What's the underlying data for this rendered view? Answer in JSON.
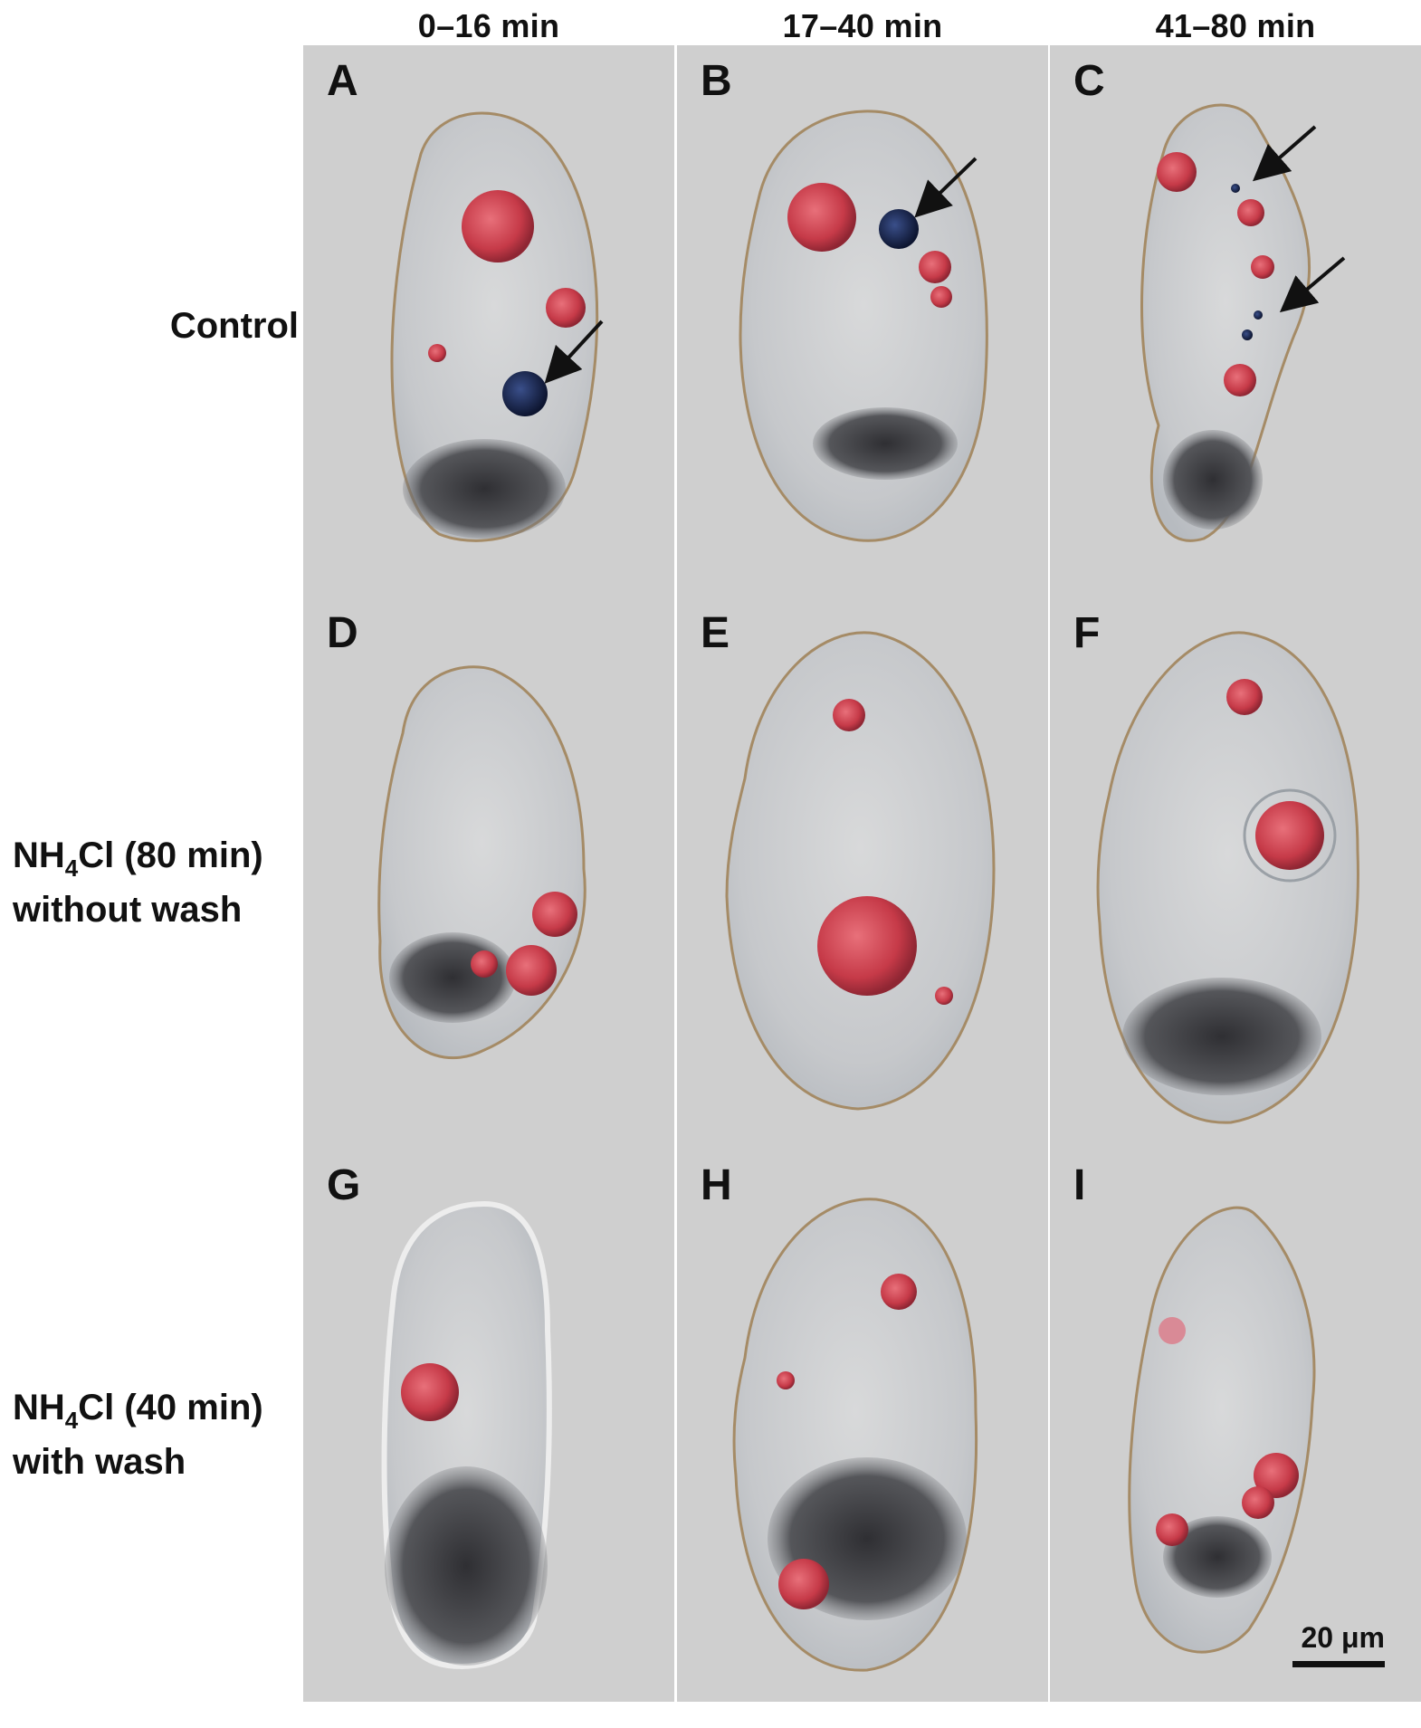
{
  "columns": [
    "0–16 min",
    "17–40 min",
    "41–80 min"
  ],
  "rows": {
    "control": "Control",
    "nh4_80": {
      "prefix": "NH",
      "sub": "4",
      "suffix": "Cl (80 min)",
      "line2": "without wash"
    },
    "nh4_40": {
      "prefix": "NH",
      "sub": "4",
      "suffix": "Cl (40 min)",
      "line2": "with wash"
    }
  },
  "panels": [
    "A",
    "B",
    "C",
    "D",
    "E",
    "F",
    "G",
    "H",
    "I"
  ],
  "scale_bar": "20 μm",
  "colors": {
    "background": "#cfcfcf",
    "cell_body": "#c9cbcd",
    "cell_edge": "#b8956a",
    "red_vacuole": "#c8404c",
    "blue_vacuole": "#1d2a52",
    "dark_debris": "#3a3a3a"
  }
}
